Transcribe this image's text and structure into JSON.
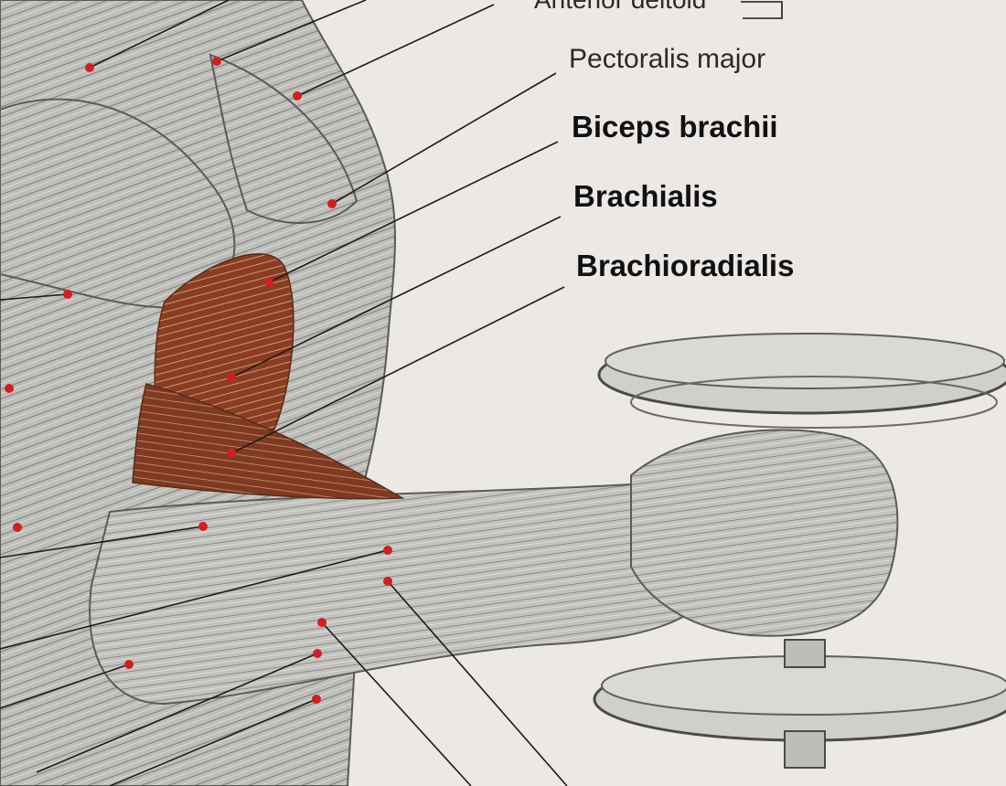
{
  "labels": [
    {
      "text": "Anterior deltoid",
      "style": "light"
    },
    {
      "text": "Pectoralis major",
      "style": "light"
    },
    {
      "text": "Biceps brachii",
      "style": "bold"
    },
    {
      "text": "Brachialis",
      "style": "bold"
    },
    {
      "text": "Brachioradialis",
      "style": "bold"
    }
  ],
  "colors": {
    "background": "#ece8e6",
    "muscle_gray": "#b9b9b6",
    "fiber_gray": "#6d6d6a",
    "highlight_red_brown": "#8a3d22",
    "highlight_fiber": "#d9a888",
    "leader_line": "#1a1a1a",
    "marker_dot": "#d11f1f"
  }
}
